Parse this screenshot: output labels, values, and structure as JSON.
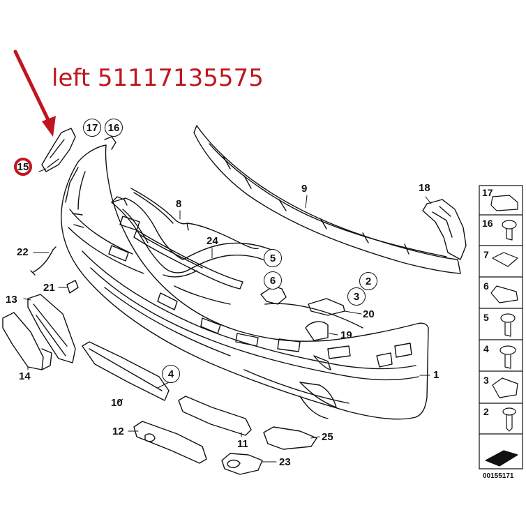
{
  "annotation": {
    "text": "left 51117135575",
    "color": "#c0161f"
  },
  "callouts": {
    "c1": "1",
    "c4": "4",
    "c2": "2",
    "c3": "3",
    "c5": "5",
    "c6": "6",
    "c8": "8",
    "c9": "9",
    "c10": "10",
    "c11": "11",
    "c12": "12",
    "c13": "13",
    "c14": "14",
    "c15": "15",
    "c16": "16",
    "c17": "17",
    "c18": "18",
    "c19": "19",
    "c20": "20",
    "c21": "21",
    "c22": "22",
    "c23": "23",
    "c24": "24",
    "c25": "25"
  },
  "legend": {
    "items": [
      "17",
      "16",
      "7",
      "6",
      "5",
      "4",
      "3",
      "2"
    ]
  },
  "document_number": "00155171",
  "icons": {
    "pointer_arrow": "red-arrow-icon",
    "view_arrow": "direction-arrow-icon"
  }
}
